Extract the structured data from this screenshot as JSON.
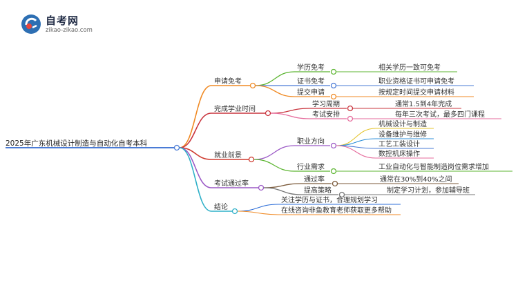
{
  "logo": {
    "name": "自考网",
    "url": "zikao-zikao.com"
  },
  "root": "2025年广东机械设计制造与自动化自考本科",
  "branches": [
    {
      "label": "申请免考",
      "color": "#f08a24",
      "children": [
        {
          "label": "学历免考",
          "color": "#5cb531",
          "leaves": [
            "相关学历一致可免考"
          ]
        },
        {
          "label": "证书免考",
          "color": "#4a7bd6",
          "leaves": [
            "职业资格证书可申请免考"
          ]
        },
        {
          "label": "提交申请",
          "color": "#f08a24",
          "leaves": [
            "按规定时间提交申请材料"
          ]
        }
      ]
    },
    {
      "label": "完成学业时间",
      "color": "#c9343d",
      "children": [
        {
          "label": "学习周期",
          "color": "#c9343d",
          "leaves": [
            "通常1.5到4年完成"
          ]
        },
        {
          "label": "考试安排",
          "color": "#e56a9b",
          "leaves": [
            "每年三次考试，最多四门课程"
          ]
        }
      ]
    },
    {
      "label": "就业前景",
      "color": "#cf3a2f",
      "children": [
        {
          "label": "职业方向",
          "color": "#9b59c6",
          "leaves": [
            "机械设计与制造",
            "设备维护与维修",
            "工艺工装设计",
            "数控机床操作"
          ],
          "leafColors": [
            "#e5c42e",
            "#2f8fd8",
            "#4a7bd6",
            "#e56a9b"
          ]
        },
        {
          "label": "行业需求",
          "color": "#5cb531",
          "leaves": [
            "工业自动化与智能制造岗位需求增加"
          ]
        }
      ]
    },
    {
      "label": "考试通过率",
      "color": "#9b59c6",
      "children": [
        {
          "label": "通过率",
          "color": "#7b5a3a",
          "leaves": [
            "通常在30%到40%之间"
          ]
        },
        {
          "label": "提高策略",
          "color": "#777777",
          "leaves": [
            "制定学习计划，参加辅导班"
          ]
        }
      ]
    },
    {
      "label": "结论",
      "color": "#2fb0c8",
      "children": [],
      "leaves": [
        "关注学历与证书，合理规划学习",
        "在线咨询非鱼教育老师获取更多帮助"
      ],
      "leafColors": [
        "#2f6fd8",
        "#f08a24"
      ]
    }
  ]
}
